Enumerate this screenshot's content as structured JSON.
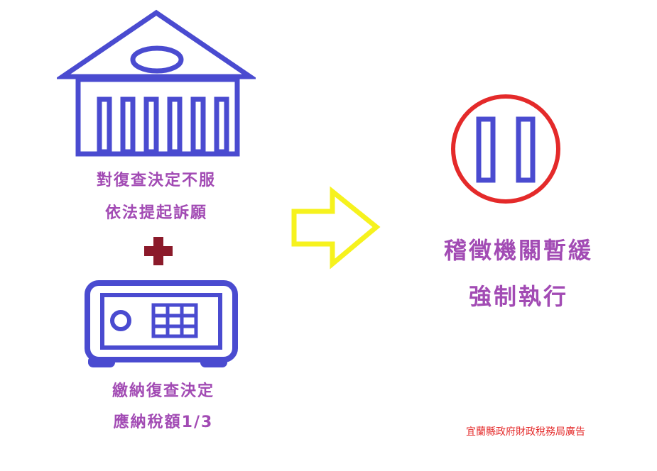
{
  "left": {
    "building_caption": [
      "對復查決定不服",
      "依法提起訴願"
    ],
    "safe_caption": [
      "繳納復查決定",
      "應納稅額1/3"
    ]
  },
  "right": {
    "result_caption": [
      "稽徵機關暫緩",
      "強制執行"
    ]
  },
  "footer": {
    "credit": "宜蘭縣政府財政稅務局廣告"
  },
  "colors": {
    "icon_blue": "#4a4bd0",
    "text_purple": "#a24bb4",
    "plus_red": "#8b1a2a",
    "arrow_yellow": "#f6f21e",
    "circle_red": "#e42a2a",
    "footer_red": "#e42a2a"
  },
  "icons": [
    "court-building-icon",
    "plus-icon",
    "safe-icon",
    "arrow-right-icon",
    "pause-icon"
  ]
}
